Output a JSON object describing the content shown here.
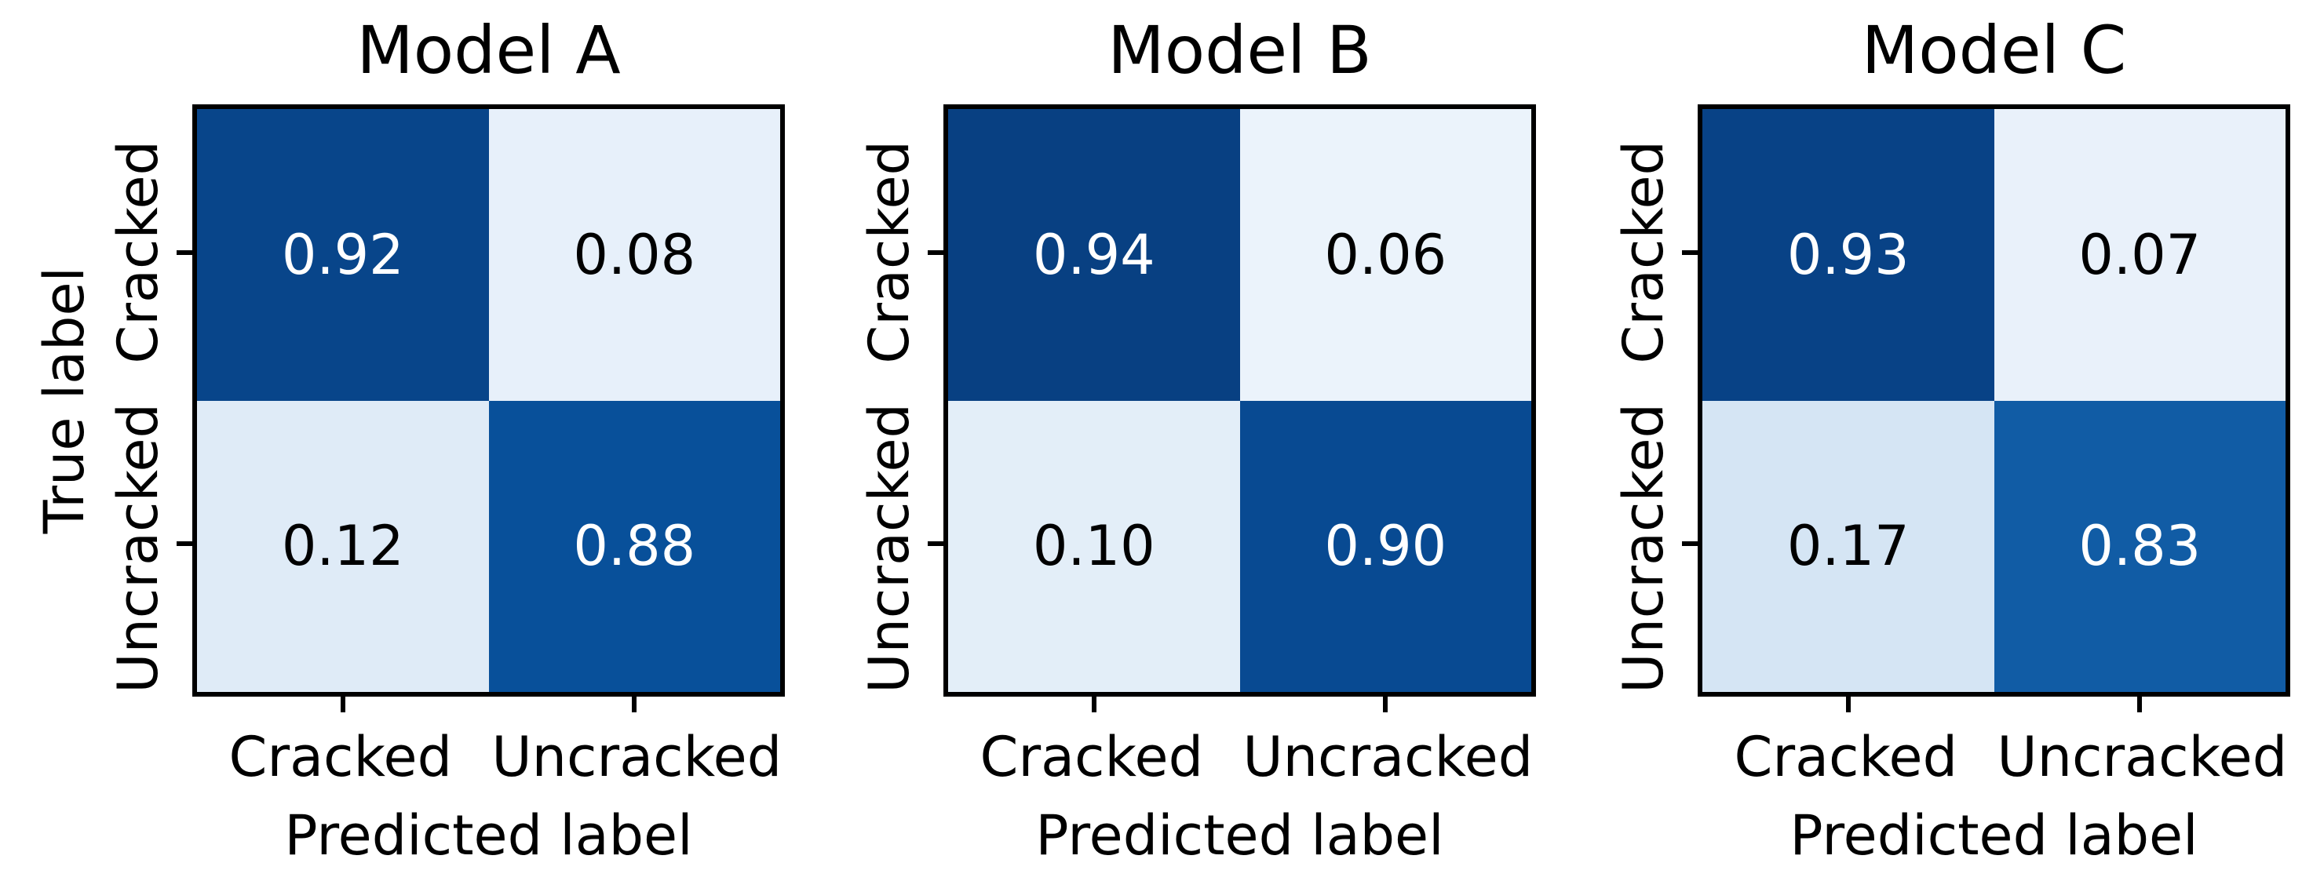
{
  "figure": {
    "background": "#ffffff",
    "border_color": "#000000"
  },
  "chart_data": [
    {
      "type": "heatmap",
      "title": "Model A",
      "xlabel": "Predicted label",
      "ylabel": "True label",
      "x_categories": [
        "Cracked",
        "Uncracked"
      ],
      "y_categories": [
        "Cracked",
        "Uncracked"
      ],
      "values": [
        [
          0.92,
          0.08
        ],
        [
          0.12,
          0.88
        ]
      ],
      "values_text": [
        [
          "0.92",
          "0.08"
        ],
        [
          "0.12",
          "0.88"
        ]
      ],
      "cell_colors": [
        [
          "#08458a",
          "#e7f0fa"
        ],
        [
          "#dfebf7",
          "#08509a"
        ]
      ],
      "text_colors": [
        [
          "#ffffff",
          "#000000"
        ],
        [
          "#000000",
          "#ffffff"
        ]
      ],
      "colormap": "Blues",
      "vmin": 0,
      "vmax": 1,
      "grid": false,
      "legend": false
    },
    {
      "type": "heatmap",
      "title": "Model B",
      "xlabel": "Predicted label",
      "ylabel": "",
      "x_categories": [
        "Cracked",
        "Uncracked"
      ],
      "y_categories": [
        "Cracked",
        "Uncracked"
      ],
      "values": [
        [
          0.94,
          0.06
        ],
        [
          0.1,
          0.9
        ]
      ],
      "values_text": [
        [
          "0.94",
          "0.06"
        ],
        [
          "0.10",
          "0.90"
        ]
      ],
      "cell_colors": [
        [
          "#084082",
          "#ebf3fb"
        ],
        [
          "#e3eef8",
          "#084a92"
        ]
      ],
      "text_colors": [
        [
          "#ffffff",
          "#000000"
        ],
        [
          "#000000",
          "#ffffff"
        ]
      ],
      "colormap": "Blues",
      "vmin": 0,
      "vmax": 1,
      "grid": false,
      "legend": false
    },
    {
      "type": "heatmap",
      "title": "Model C",
      "xlabel": "Predicted label",
      "ylabel": "",
      "x_categories": [
        "Cracked",
        "Uncracked"
      ],
      "y_categories": [
        "Cracked",
        "Uncracked"
      ],
      "values": [
        [
          0.93,
          0.07
        ],
        [
          0.17,
          0.83
        ]
      ],
      "values_text": [
        [
          "0.93",
          "0.07"
        ],
        [
          "0.17",
          "0.83"
        ]
      ],
      "cell_colors": [
        [
          "#084286",
          "#e9f1fa"
        ],
        [
          "#d5e5f4",
          "#115ca5"
        ]
      ],
      "text_colors": [
        [
          "#ffffff",
          "#000000"
        ],
        [
          "#000000",
          "#ffffff"
        ]
      ],
      "colormap": "Blues",
      "vmin": 0,
      "vmax": 1,
      "grid": false,
      "legend": false
    }
  ]
}
